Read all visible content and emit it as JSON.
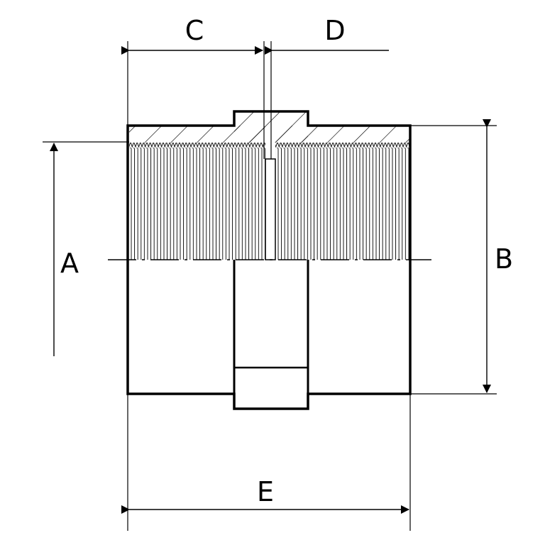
{
  "dimensions": {
    "a": "A",
    "b": "B",
    "c": "C",
    "d": "D",
    "e": "E"
  },
  "colors": {
    "stroke": "#000000",
    "background": "#ffffff"
  }
}
